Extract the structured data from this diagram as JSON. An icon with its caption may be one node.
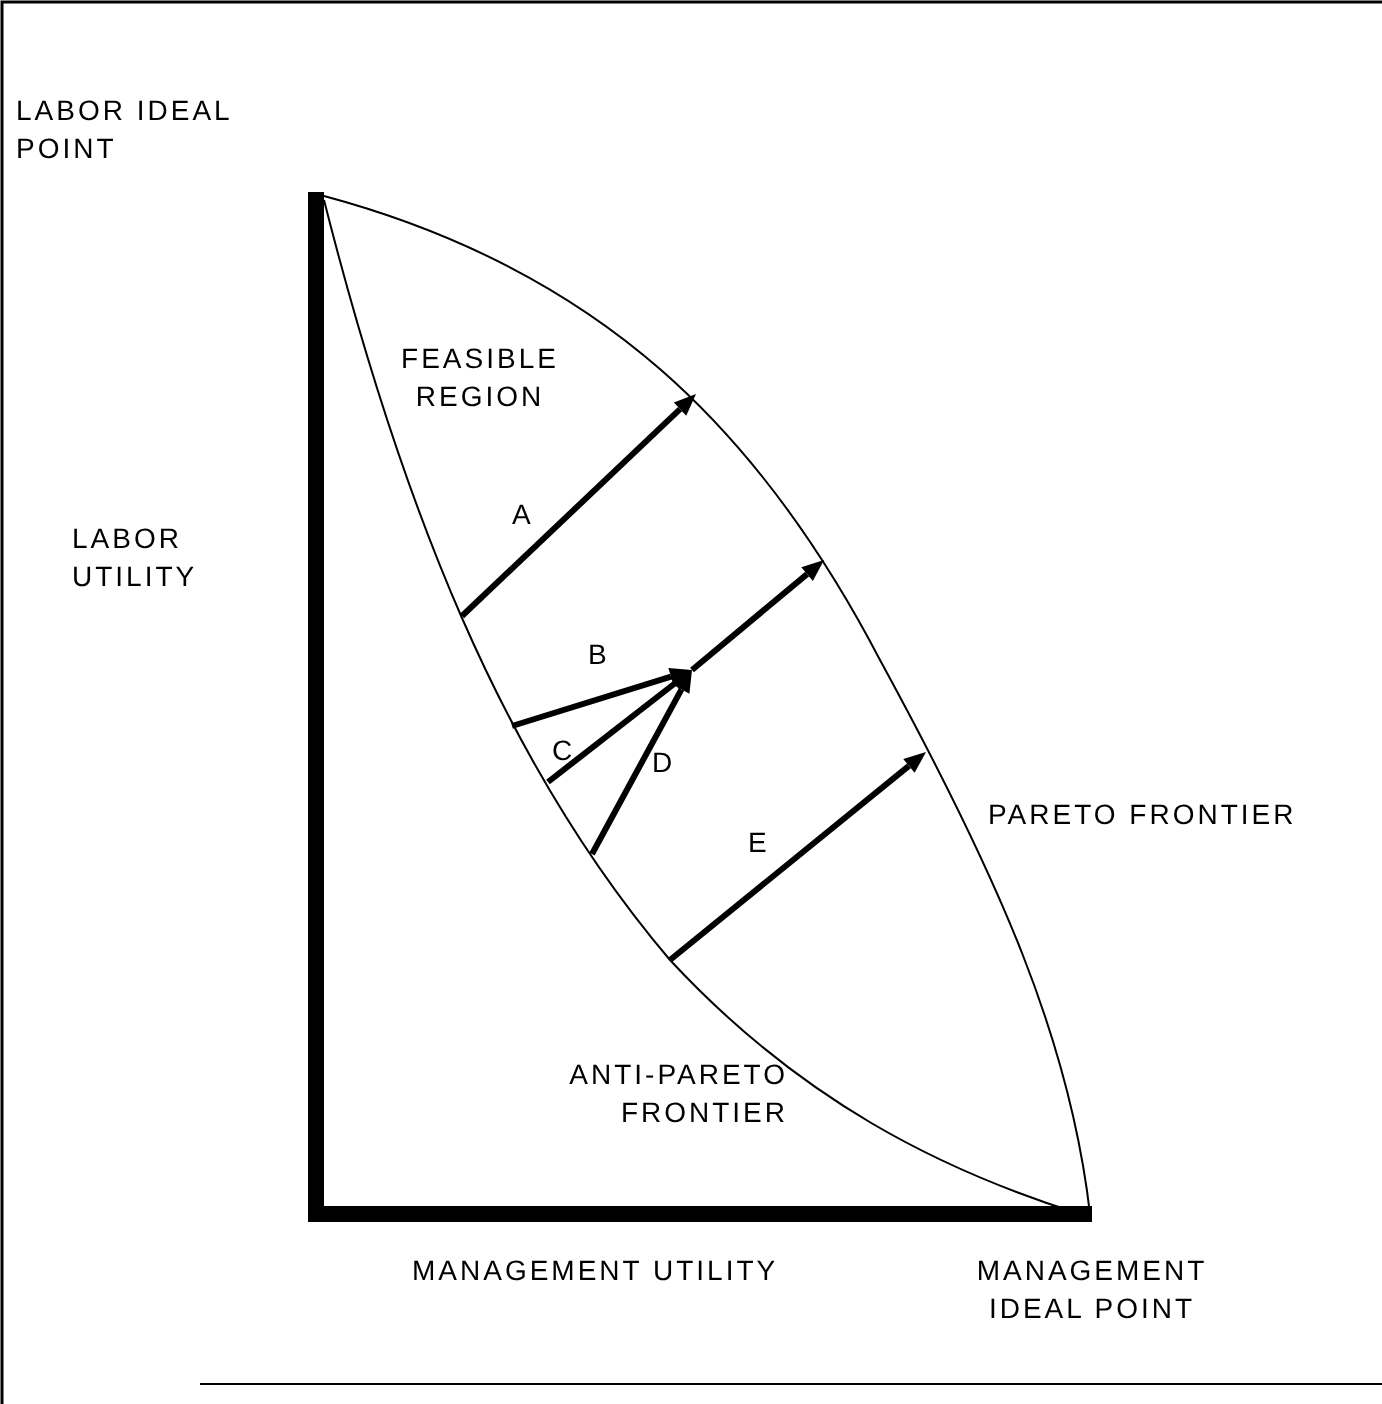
{
  "diagram": {
    "labels": [
      "LABOR IDEAL POINT",
      "FEASIBLE REGION",
      "A",
      "LABOR UTILITY",
      "B",
      "C",
      "D",
      "PARETO FRONTIER",
      "E",
      "ANTI-PARETO FRONTIER",
      "MANAGEMENT UTILITY",
      "MANAGEMENT IDEAL POINT"
    ]
  }
}
